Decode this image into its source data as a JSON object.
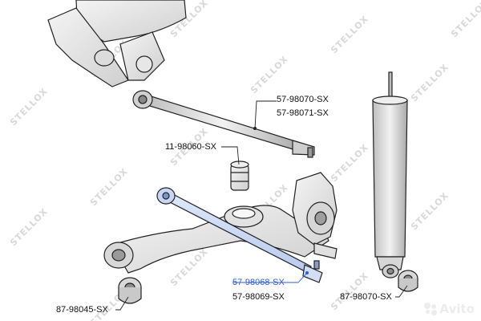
{
  "watermark": {
    "text": "STELLOX"
  },
  "parts": [
    {
      "id": "rear-link-upper-1",
      "label": "57-98070-SX",
      "highlighted": false
    },
    {
      "id": "rear-link-upper-2",
      "label": "57-98071-SX",
      "highlighted": false
    },
    {
      "id": "bump-stop",
      "label": "11-98060-SX",
      "highlighted": false
    },
    {
      "id": "lower-link-1",
      "label": "57-98068-SX",
      "highlighted": true
    },
    {
      "id": "lower-link-2",
      "label": "57-98069-SX",
      "highlighted": false
    },
    {
      "id": "arm-bushing",
      "label": "87-98045-SX",
      "highlighted": false
    },
    {
      "id": "shock-bushing",
      "label": "87-98070-SX",
      "highlighted": false
    }
  ],
  "colors": {
    "highlight": "#2f5fd0",
    "line": "#222222",
    "watermark": "#d9d9d9"
  },
  "badge": {
    "text": "Avito"
  }
}
